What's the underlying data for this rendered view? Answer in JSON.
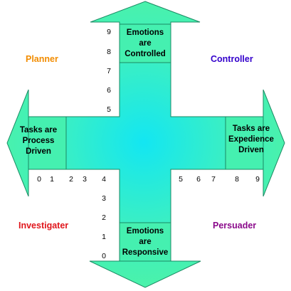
{
  "quadrants": {
    "top_left": {
      "label": "Planner",
      "color": "#f28c00"
    },
    "top_right": {
      "label": "Controller",
      "color": "#3300cc"
    },
    "bottom_left": {
      "label": "Investigater",
      "color": "#e0151b"
    },
    "bottom_right": {
      "label": "Persuader",
      "color": "#8b0a8b"
    }
  },
  "axis_ends": {
    "top": [
      "Emotions",
      "are",
      "Controlled"
    ],
    "bottom": [
      "Emotions",
      "are",
      "Responsive"
    ],
    "left": [
      "Tasks are",
      "Process",
      "Driven"
    ],
    "right": [
      "Tasks are",
      "Expedience",
      "Driven"
    ]
  },
  "scales": {
    "vertical_upper": [
      "9",
      "8",
      "7",
      "6",
      "5"
    ],
    "vertical_lower": [
      "4",
      "3",
      "2",
      "1",
      "0"
    ],
    "horizontal_left": [
      "0",
      "1",
      "2",
      "3",
      "4"
    ],
    "horizontal_right": [
      "5",
      "6",
      "7",
      "8",
      "9"
    ]
  },
  "colors": {
    "fill_center": "#13e6f2",
    "fill_outer": "#4cf2a8",
    "outline": "#1a8a63"
  }
}
